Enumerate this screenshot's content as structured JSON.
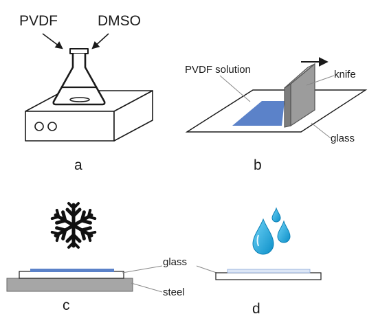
{
  "panel_a": {
    "reagent_left": "PVDF",
    "reagent_right": "DMSO",
    "caption": "a"
  },
  "panel_b": {
    "solution_label": "PVDF solution",
    "knife_label": "knife",
    "glass_label": "glass",
    "caption": "b"
  },
  "panel_c": {
    "icon": "snowflake-icon",
    "glass_label": "glass",
    "steel_label": "steel",
    "caption": "c"
  },
  "panel_d": {
    "icon": "water-drops-icon",
    "caption": "d"
  },
  "colors": {
    "pvdf_film": "#5b82c9",
    "knife": "#a3a3a3",
    "steel": "#a6a6a6",
    "water": "#1ab0e8",
    "dried_film": "#c6d6ee"
  }
}
